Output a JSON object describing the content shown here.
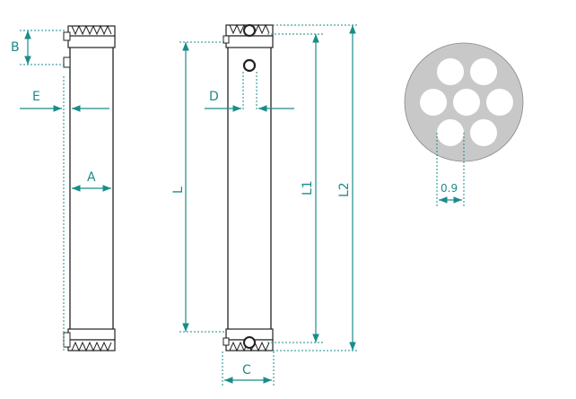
{
  "labels": {
    "A": "A",
    "B": "B",
    "C": "C",
    "D": "D",
    "E": "E",
    "L": "L",
    "L1": "L1",
    "L2": "L2",
    "channel_size": "0.9"
  },
  "colors": {
    "dimension": "#1a8c8a",
    "outline": "#222222",
    "cross_section_fill": "#c8c8c8"
  }
}
